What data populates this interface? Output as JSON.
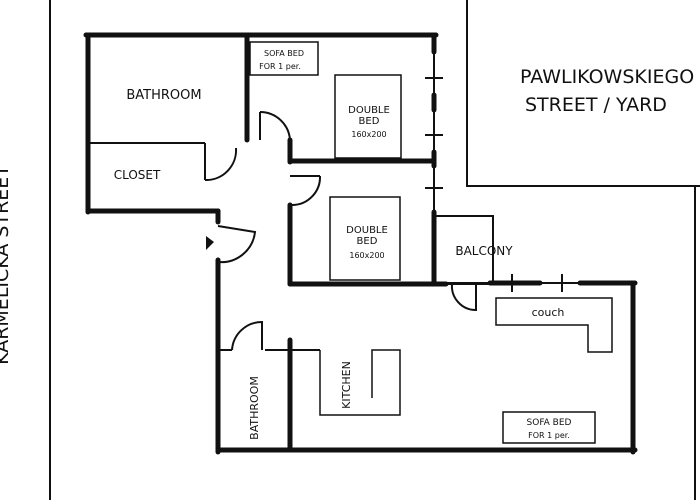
{
  "streets": {
    "left": "KARMELICKA STREET",
    "right_line1": "PAWLIKOWSKIEGO",
    "right_line2": "STREET / YARD"
  },
  "rooms": {
    "bathroom_top": "BATHROOM",
    "closet": "CLOSET",
    "balcony": "BALCONY",
    "bathroom_bottom": "BATHROOM",
    "kitchen": "KITCHEN"
  },
  "furniture": {
    "sofa_top_line1": "SOFA BED",
    "sofa_top_line2": "FOR 1 per.",
    "bed1_line1": "DOUBLE",
    "bed1_line2": "BED",
    "bed1_size": "160x200",
    "bed2_line1": "DOUBLE",
    "bed2_line2": "BED",
    "bed2_size": "160x200",
    "couch": "couch",
    "sofa_bottom_line1": "SOFA BED",
    "sofa_bottom_line2": "FOR 1 per."
  }
}
